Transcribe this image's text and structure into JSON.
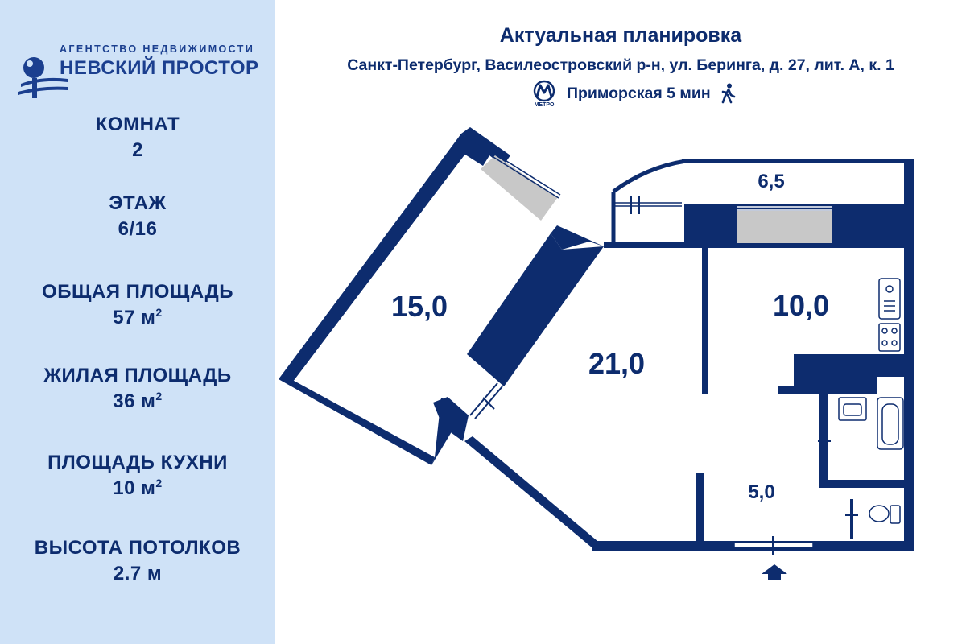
{
  "brand": {
    "agency_label": "АГЕНТСТВО НЕДВИЖИМОСТИ",
    "agency_name": "НЕВСКИЙ ПРОСТОР"
  },
  "stats": [
    {
      "label": "КОМНАТ",
      "value": "2",
      "unit": ""
    },
    {
      "label": "ЭТАЖ",
      "value": "6/16",
      "unit": ""
    },
    {
      "label": "ОБЩАЯ ПЛОЩАДЬ",
      "value": "57 м",
      "unit": "2"
    },
    {
      "label": "ЖИЛАЯ ПЛОЩАДЬ",
      "value": "36 м",
      "unit": "2"
    },
    {
      "label": "ПЛОЩАДЬ КУХНИ",
      "value": "10 м",
      "unit": "2"
    },
    {
      "label": "ВЫСОТА ПОТОЛКОВ",
      "value": "2.7 м",
      "unit": ""
    }
  ],
  "header": {
    "title": "Актуальная планировка",
    "address": "Санкт-Петербург, Василеостровский р-н, ул. Беринга, д. 27, лит. А, к. 1",
    "metro_logo_text": "МЕТРО",
    "metro_station": "Приморская 5  мин"
  },
  "plan": {
    "rooms": [
      {
        "id": "room-bedroom",
        "label": "15,0"
      },
      {
        "id": "room-living",
        "label": "21,0"
      },
      {
        "id": "room-kitchen",
        "label": "10,0"
      },
      {
        "id": "room-balcony",
        "label": "6,5"
      },
      {
        "id": "room-hall",
        "label": "5,0"
      }
    ]
  },
  "colors": {
    "sidebar_bg": "#cfe2f7",
    "wall": "#0d2c6e",
    "text": "#0d2c6e",
    "window_glass": "#c8c8c8"
  },
  "icons": [
    "metro-logo-icon",
    "walking-person-icon",
    "entrance-arrow-icon",
    "sink-icon",
    "stove-icon",
    "bathtub-icon",
    "toilet-icon"
  ]
}
